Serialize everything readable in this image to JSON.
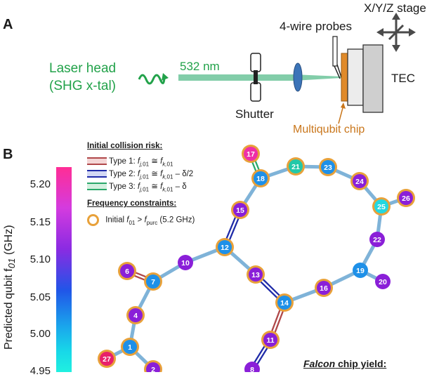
{
  "panel_a": {
    "label": "A",
    "laser_head_line1": "Laser head",
    "laser_head_line2": "(SHG x-tal)",
    "wavelength": "532 nm",
    "shutter": "Shutter",
    "probes": "4-wire probes",
    "stage": "X/Y/Z stage",
    "tec": "TEC",
    "chip": "Multiqubit chip"
  },
  "panel_b": {
    "label": "B",
    "legend": {
      "collision_header": "Initial collision risk:",
      "type1_prefix": "Type 1: ",
      "type2_prefix": "Type 2: ",
      "type3_prefix": "Type 3: ",
      "freq_header": "Frequency constraints:",
      "constraint_text_prefix": "Initial ",
      "constraint_text_suffix": " (5.2 GHz)"
    },
    "colorbar": {
      "title": "Predicted qubit f",
      "title_sub": "01",
      "title_unit": " (GHz)",
      "ticks": [
        "5.20",
        "5.15",
        "5.10",
        "5.05",
        "5.00",
        "4.95"
      ]
    },
    "yield_label_italic": "Falcon",
    "yield_label_rest": " chip yield:",
    "colors": {
      "edge": "#7fb3d8",
      "ring": "#e8a13a",
      "type1": "#b0484a",
      "type2": "#1f2ba8",
      "type3": "#2aa86a"
    },
    "chart_data": {
      "type": "network",
      "nodes": [
        {
          "id": "1",
          "color": "#1e90e8",
          "ring": true
        },
        {
          "id": "2",
          "color": "#8a1fd8",
          "ring": true
        },
        {
          "id": "4",
          "color": "#8a1fd8",
          "ring": true
        },
        {
          "id": "6",
          "color": "#8a1fd8",
          "ring": true
        },
        {
          "id": "7",
          "color": "#1e90e8",
          "ring": true
        },
        {
          "id": "8",
          "color": "#8a1fd8",
          "ring": false
        },
        {
          "id": "10",
          "color": "#8a1fd8",
          "ring": false
        },
        {
          "id": "11",
          "color": "#8a1fd8",
          "ring": true
        },
        {
          "id": "12",
          "color": "#1e90e8",
          "ring": true
        },
        {
          "id": "13",
          "color": "#8a1fd8",
          "ring": true
        },
        {
          "id": "14",
          "color": "#1e90e8",
          "ring": true
        },
        {
          "id": "15",
          "color": "#8a1fd8",
          "ring": true
        },
        {
          "id": "16",
          "color": "#8a1fd8",
          "ring": true
        },
        {
          "id": "17",
          "color": "#ee2fa8",
          "ring": true
        },
        {
          "id": "18",
          "color": "#1e90e8",
          "ring": true
        },
        {
          "id": "19",
          "color": "#1e90e8",
          "ring": false
        },
        {
          "id": "20",
          "color": "#8a1fd8",
          "ring": false
        },
        {
          "id": "21",
          "color": "#22c8a8",
          "ring": true
        },
        {
          "id": "22",
          "color": "#8a1fd8",
          "ring": false
        },
        {
          "id": "23",
          "color": "#1e90e8",
          "ring": true
        },
        {
          "id": "24",
          "color": "#8a1fd8",
          "ring": true
        },
        {
          "id": "25",
          "color": "#24d8e0",
          "ring": true
        },
        {
          "id": "26",
          "color": "#8a1fd8",
          "ring": true
        },
        {
          "id": "27",
          "color": "#e8206a",
          "ring": true
        }
      ],
      "edges": [
        [
          "1",
          "2",
          "normal"
        ],
        [
          "1",
          "4",
          "normal"
        ],
        [
          "1",
          "27",
          "normal"
        ],
        [
          "4",
          "7",
          "normal"
        ],
        [
          "7",
          "6",
          "type1"
        ],
        [
          "7",
          "10",
          "normal"
        ],
        [
          "10",
          "12",
          "normal"
        ],
        [
          "12",
          "15",
          "type2"
        ],
        [
          "12",
          "13",
          "normal"
        ],
        [
          "15",
          "18",
          "normal"
        ],
        [
          "18",
          "17",
          "type3"
        ],
        [
          "18",
          "21",
          "normal"
        ],
        [
          "21",
          "23",
          "normal"
        ],
        [
          "23",
          "24",
          "normal"
        ],
        [
          "24",
          "25",
          "normal"
        ],
        [
          "25",
          "26",
          "normal"
        ],
        [
          "25",
          "22",
          "normal"
        ],
        [
          "22",
          "19",
          "normal"
        ],
        [
          "19",
          "20",
          "normal"
        ],
        [
          "19",
          "16",
          "normal"
        ],
        [
          "16",
          "14",
          "normal"
        ],
        [
          "13",
          "14",
          "type2"
        ],
        [
          "14",
          "11",
          "type1"
        ],
        [
          "11",
          "8",
          "type2"
        ]
      ]
    }
  }
}
